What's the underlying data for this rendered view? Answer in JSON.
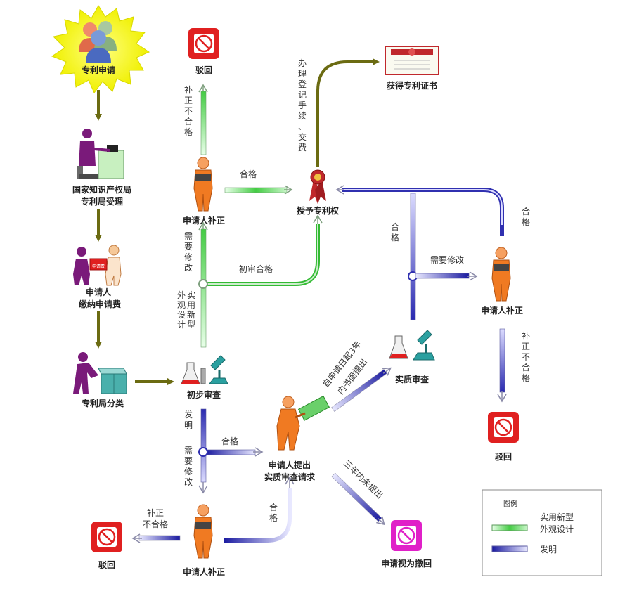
{
  "nodes": {
    "apply": {
      "label": "专利申请"
    },
    "office_line1": {
      "label": "国家知识产权局"
    },
    "office_line2": {
      "label": "专利局受理"
    },
    "fee_line1": {
      "label": "申请人"
    },
    "fee_line2": {
      "label": "缴纳申请费"
    },
    "fee_paper": {
      "label": "申请费"
    },
    "classify": {
      "label": "专利局分类"
    },
    "prelim_exam": {
      "label": "初步审查"
    },
    "reject_top": {
      "label": "驳回"
    },
    "supplement_top": {
      "label": "申请人补正"
    },
    "grant": {
      "label": "授予专利权"
    },
    "certificate": {
      "label": "获得专利证书"
    },
    "substantive_exam": {
      "label": "实质审查"
    },
    "supplement_right": {
      "label": "申请人补正"
    },
    "reject_right": {
      "label": "驳回"
    },
    "request_line1": {
      "label": "申请人提出"
    },
    "request_line2": {
      "label": "实质审查请求"
    },
    "supplement_bottom": {
      "label": "申请人补正"
    },
    "reject_bottom": {
      "label": "驳回"
    },
    "withdrawn": {
      "label": "申请视为撤回"
    }
  },
  "edges": {
    "cert_procedure": "办理登记手续、交费",
    "top_pass": "合格",
    "top_fail": "补正不合格",
    "need_fix_top": "需要修改",
    "utility_design": "实用新型外观设计",
    "prelim_pass": "初审合格",
    "invention": "发明",
    "need_fix_bottom": "需要修改",
    "bottom_pass": "合格",
    "bottom_pass_up": "合格",
    "bottom_fail_line1": "补正",
    "bottom_fail_line2": "不合格",
    "within_3y_line1": "自申请日起3年",
    "within_3y_line2": "内书面提出",
    "not_within_3y": "三年内未提出",
    "subst_pass": "合格",
    "subst_need_fix": "需要修改",
    "right_pass": "合格",
    "right_fail": "补正不合格"
  },
  "legend": {
    "title": "图例",
    "green_line1": "实用新型",
    "green_line2": "外观设计",
    "blue_label": "发明"
  },
  "colors": {
    "olive": "#6b6b12",
    "green": "#3fbf3f",
    "blue": "#3030b0",
    "node_orange": "#f07a22",
    "reject_red": "#e02020",
    "withdraw_magenta": "#e020c8",
    "cert_red": "#c0282c"
  }
}
